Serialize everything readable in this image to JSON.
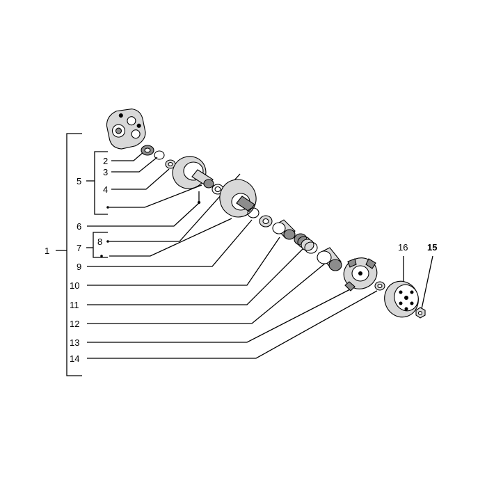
{
  "labels": {
    "l1": "1",
    "l2": "2",
    "l3": "3",
    "l4": "4",
    "l5": "5",
    "l6": "6",
    "l7": "7",
    "l8": "8",
    "l9": "9",
    "l10": "10",
    "l11": "11",
    "l12": "12",
    "l13": "13",
    "l14": "14",
    "l15": "15",
    "l16": "16"
  },
  "colors": {
    "ink": "#000000",
    "metal": "#d8d8d8",
    "metal_dark": "#8c8c8c",
    "background": "#ffffff"
  }
}
